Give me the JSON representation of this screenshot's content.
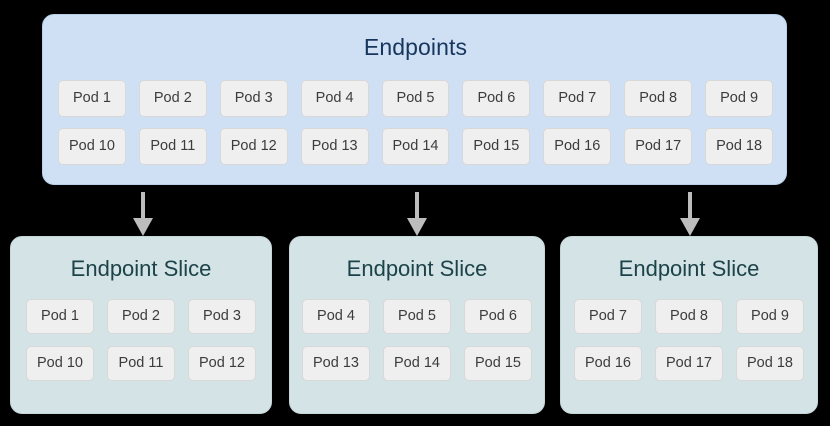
{
  "diagram": {
    "type": "kubernetes-endpointslice-diagram",
    "colors": {
      "background": "#000000",
      "endpoints_panel_fill": "#cfe0f4",
      "endpoints_panel_border": "#b7cfe9",
      "endpoints_title_color": "#17365d",
      "slice_panel_fill": "#d4e3e5",
      "slice_panel_border": "#c6d7da",
      "slice_title_color": "#1c4349",
      "pod_fill": "#efefef",
      "pod_border": "#d8d8d8",
      "pod_text_color": "#3c3c3c",
      "arrow_color": "#bdbdbd"
    },
    "endpoints": {
      "title": "Endpoints",
      "rows": [
        [
          "Pod 1",
          "Pod 2",
          "Pod 3",
          "Pod 4",
          "Pod 5",
          "Pod 6",
          "Pod 7",
          "Pod 8",
          "Pod 9"
        ],
        [
          "Pod 10",
          "Pod 11",
          "Pod 12",
          "Pod 13",
          "Pod 14",
          "Pod 15",
          "Pod 16",
          "Pod 17",
          "Pod 18"
        ]
      ]
    },
    "arrows": [
      {
        "name": "arrow-to-slice-1"
      },
      {
        "name": "arrow-to-slice-2"
      },
      {
        "name": "arrow-to-slice-3"
      }
    ],
    "slices": [
      {
        "title": "Endpoint Slice",
        "rows": [
          [
            "Pod 1",
            "Pod 2",
            "Pod 3"
          ],
          [
            "Pod 10",
            "Pod 11",
            "Pod 12"
          ]
        ]
      },
      {
        "title": "Endpoint Slice",
        "rows": [
          [
            "Pod 4",
            "Pod 5",
            "Pod 6"
          ],
          [
            "Pod 13",
            "Pod 14",
            "Pod 15"
          ]
        ]
      },
      {
        "title": "Endpoint Slice",
        "rows": [
          [
            "Pod 7",
            "Pod 8",
            "Pod 9"
          ],
          [
            "Pod 16",
            "Pod 17",
            "Pod 18"
          ]
        ]
      }
    ]
  }
}
